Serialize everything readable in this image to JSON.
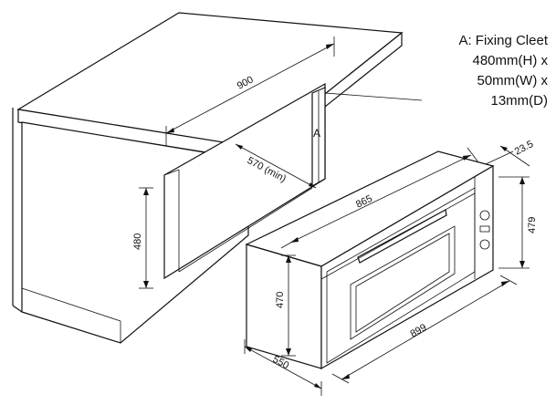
{
  "note": {
    "lines": [
      "A: Fixing Cleet",
      "480mm(H) x",
      "50mm(W) x",
      "13mm(D)"
    ]
  },
  "labels": {
    "cleat_marker": "A",
    "cabinet_width": "900",
    "cabinet_depth": "570 (min)",
    "cabinet_height": "480",
    "oven_width": "865",
    "oven_height": "470",
    "oven_depth": "550",
    "oven_overall_width": "899",
    "panel_height": "479",
    "panel_depth": "23.5"
  }
}
